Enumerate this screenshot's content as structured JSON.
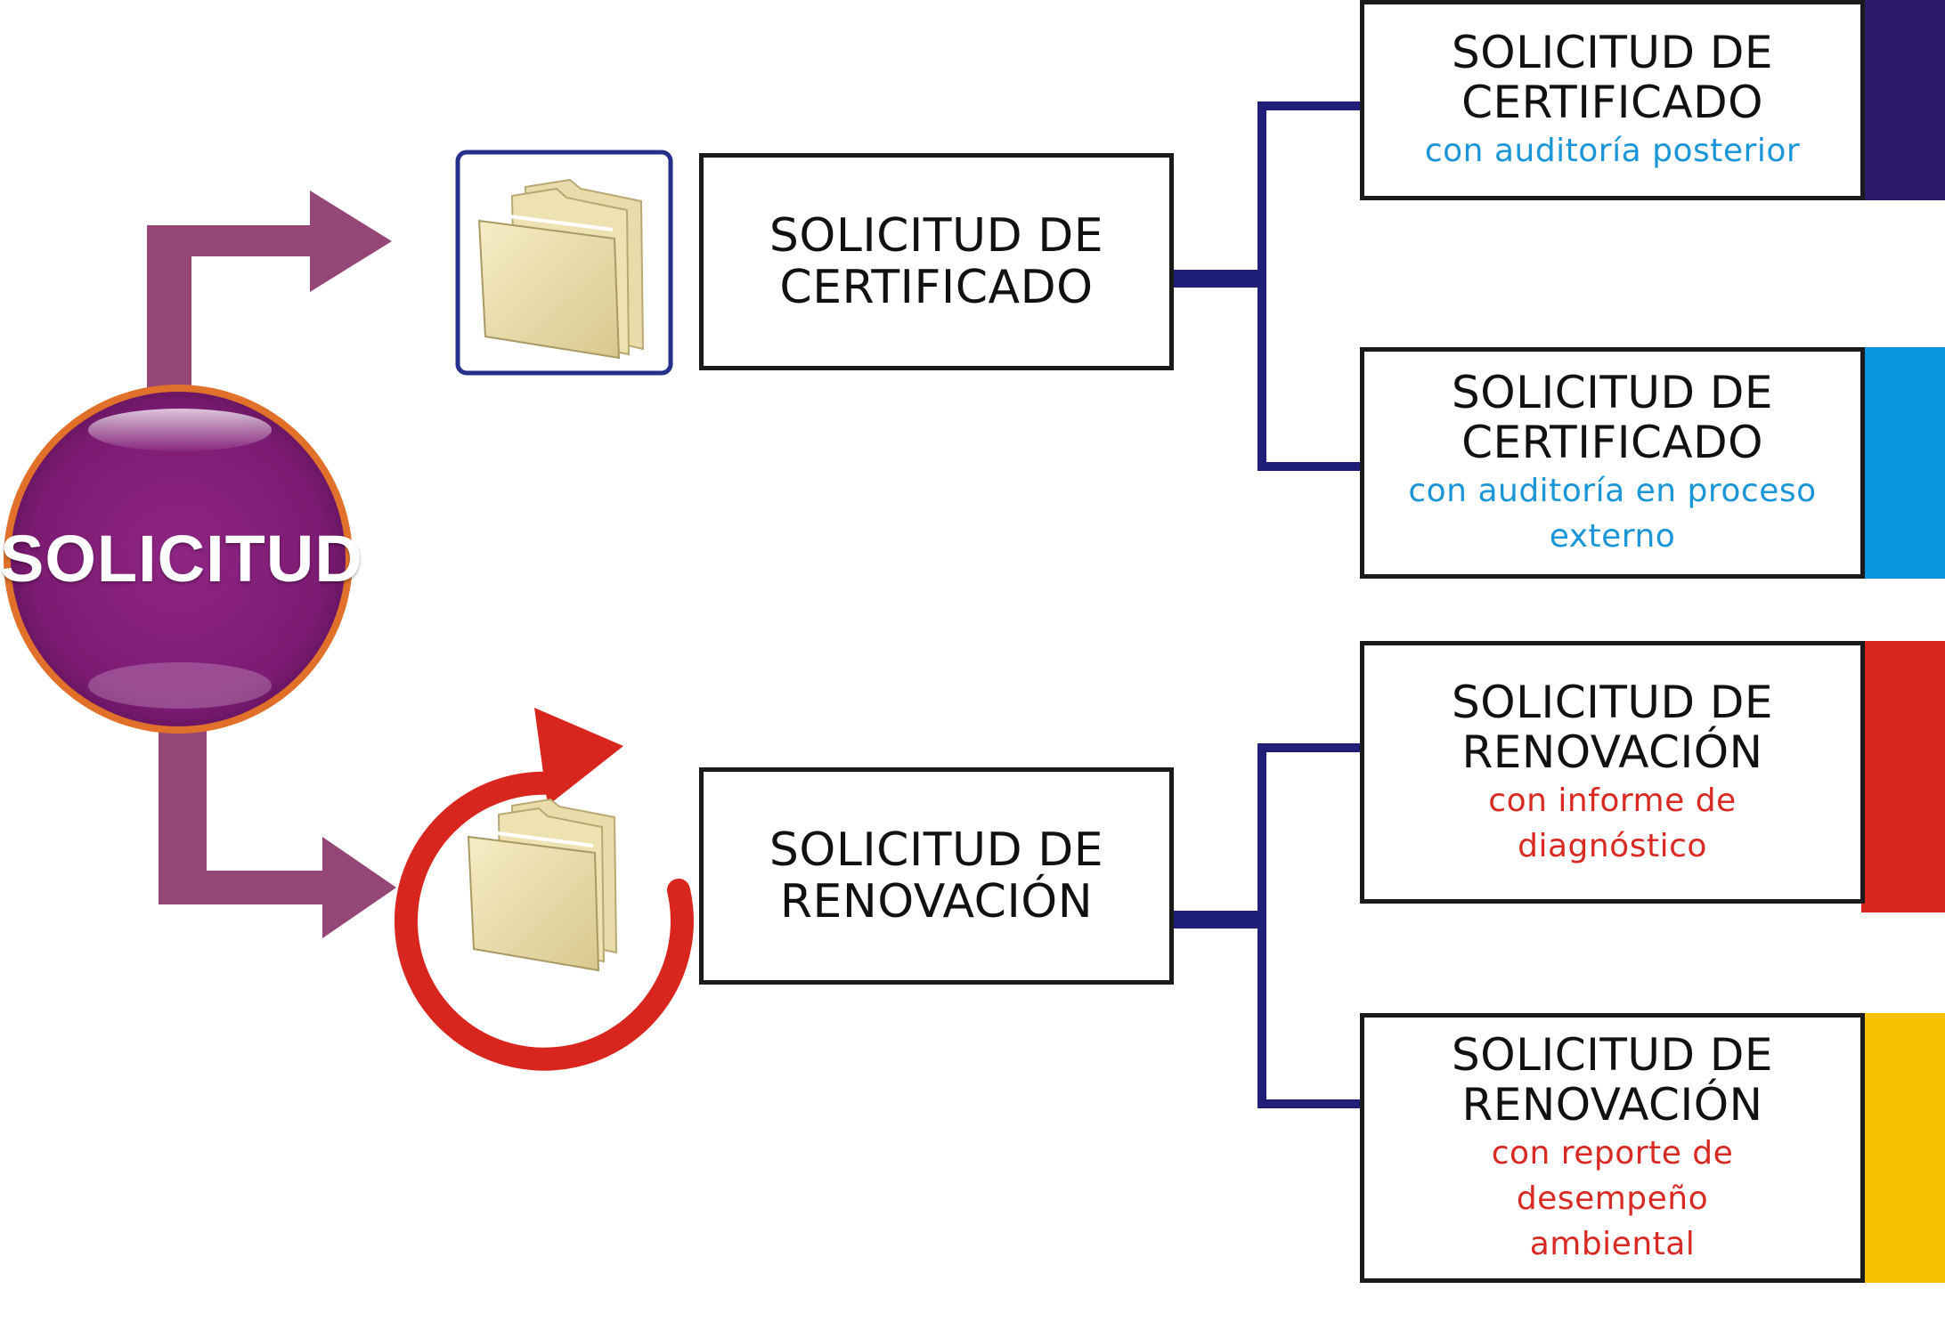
{
  "root": {
    "label": "SOLICITUD"
  },
  "branches": [
    {
      "title_lines": [
        "SOLICITUD DE",
        "CERTIFICADO"
      ],
      "children": [
        {
          "title_lines": [
            "SOLICITUD DE",
            "CERTIFICADO"
          ],
          "subtitle_lines": [
            "con auditoría posterior"
          ],
          "accent": "#2b1a6b",
          "subtitle_color": "#1a96d8"
        },
        {
          "title_lines": [
            "SOLICITUD DE",
            "CERTIFICADO"
          ],
          "subtitle_lines": [
            "con auditoría en proceso",
            "externo"
          ],
          "accent": "#0a93de",
          "subtitle_color": "#1a96d8"
        }
      ]
    },
    {
      "title_lines": [
        "SOLICITUD DE",
        "RENOVACIÓN"
      ],
      "children": [
        {
          "title_lines": [
            "SOLICITUD DE",
            "RENOVACIÓN"
          ],
          "subtitle_lines": [
            "con informe de",
            "diagnóstico"
          ],
          "accent": "#d8261f",
          "subtitle_color": "#d82a22"
        },
        {
          "title_lines": [
            "SOLICITUD DE",
            "RENOVACIÓN"
          ],
          "subtitle_lines": [
            "con reporte de",
            "desempeño",
            "ambiental"
          ],
          "accent": "#f5c100",
          "subtitle_color": "#d82a22"
        }
      ]
    }
  ],
  "colors": {
    "root_fill": "#7c1b73",
    "root_ring": "#e0702a",
    "flow_arrow": "#944777",
    "connector": "#1f1f7a",
    "renew_arrow": "#d8261f",
    "folder": "#f3e6b7",
    "folder_frame": "#25308a"
  },
  "icons": [
    "folder-icon",
    "folder-icon",
    "circular-arrow-icon"
  ]
}
